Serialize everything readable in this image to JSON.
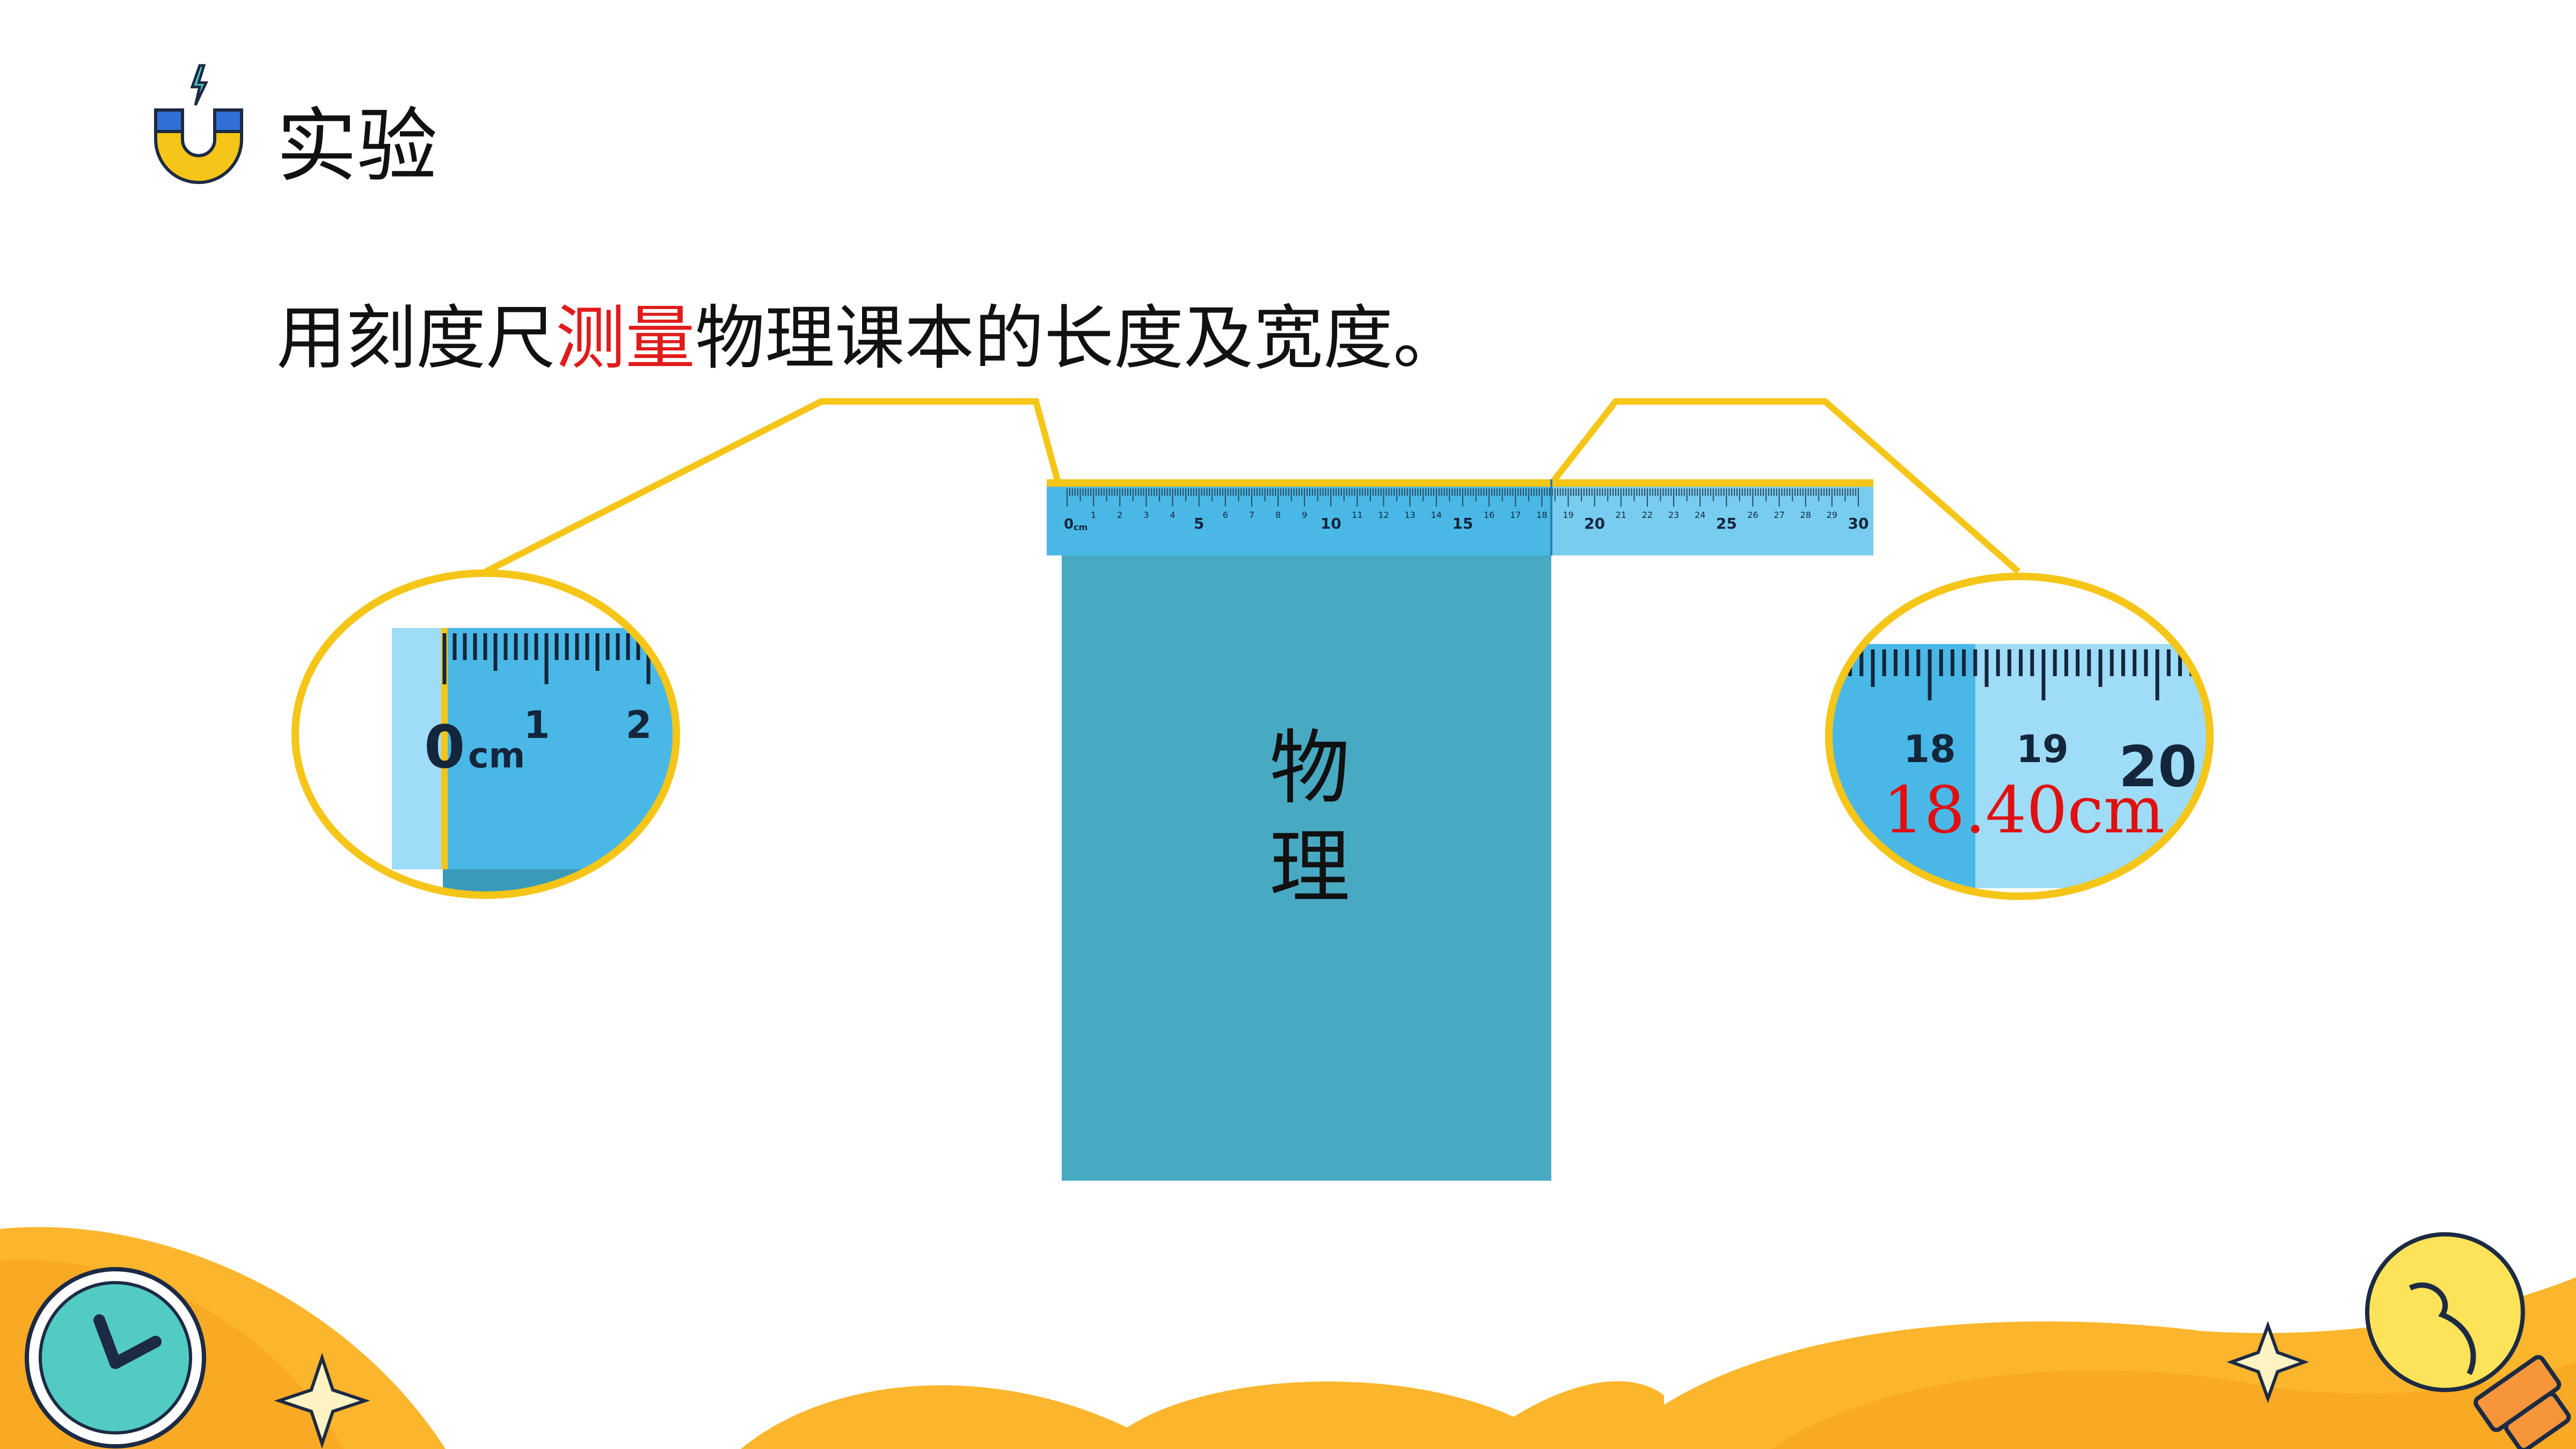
{
  "slide": {
    "title": "实验",
    "instruction_before": "用刻度尺",
    "instruction_highlight": "测量",
    "instruction_after": "物理课本的长度及宽度。",
    "book_label_line1": "物",
    "book_label_line2": "理",
    "measurement": "18.40cm"
  },
  "ruler": {
    "major_labels": [
      "5",
      "10",
      "15",
      "20",
      "25",
      "30"
    ],
    "minor_labels": [
      "1",
      "2",
      "3",
      "4",
      "6",
      "7",
      "8",
      "9",
      "11",
      "12",
      "13",
      "14",
      "16",
      "17",
      "18",
      "19",
      "21",
      "22",
      "23",
      "24",
      "26",
      "27",
      "28",
      "29"
    ],
    "zero_label": "0",
    "unit_label": "cm"
  },
  "zoom_left": {
    "zero": "0",
    "unit": "cm",
    "labels": [
      "1",
      "2"
    ]
  },
  "zoom_right": {
    "labels": [
      "18",
      "19",
      "20"
    ]
  },
  "icons": [
    "magnet-icon",
    "clock-icon",
    "lightbulb-icon",
    "sparkle-icon"
  ],
  "colors": {
    "accent_yellow": "#f5c518",
    "magnet_blue": "#2f6fd6",
    "book_blue": "#48a9c2",
    "ruler_blue": "#4ab8e6",
    "ruler_light": "#9fdcf7",
    "highlight_red": "#e01b1b",
    "wave_orange": "#fbb62d",
    "clock_teal": "#52cbc3"
  }
}
